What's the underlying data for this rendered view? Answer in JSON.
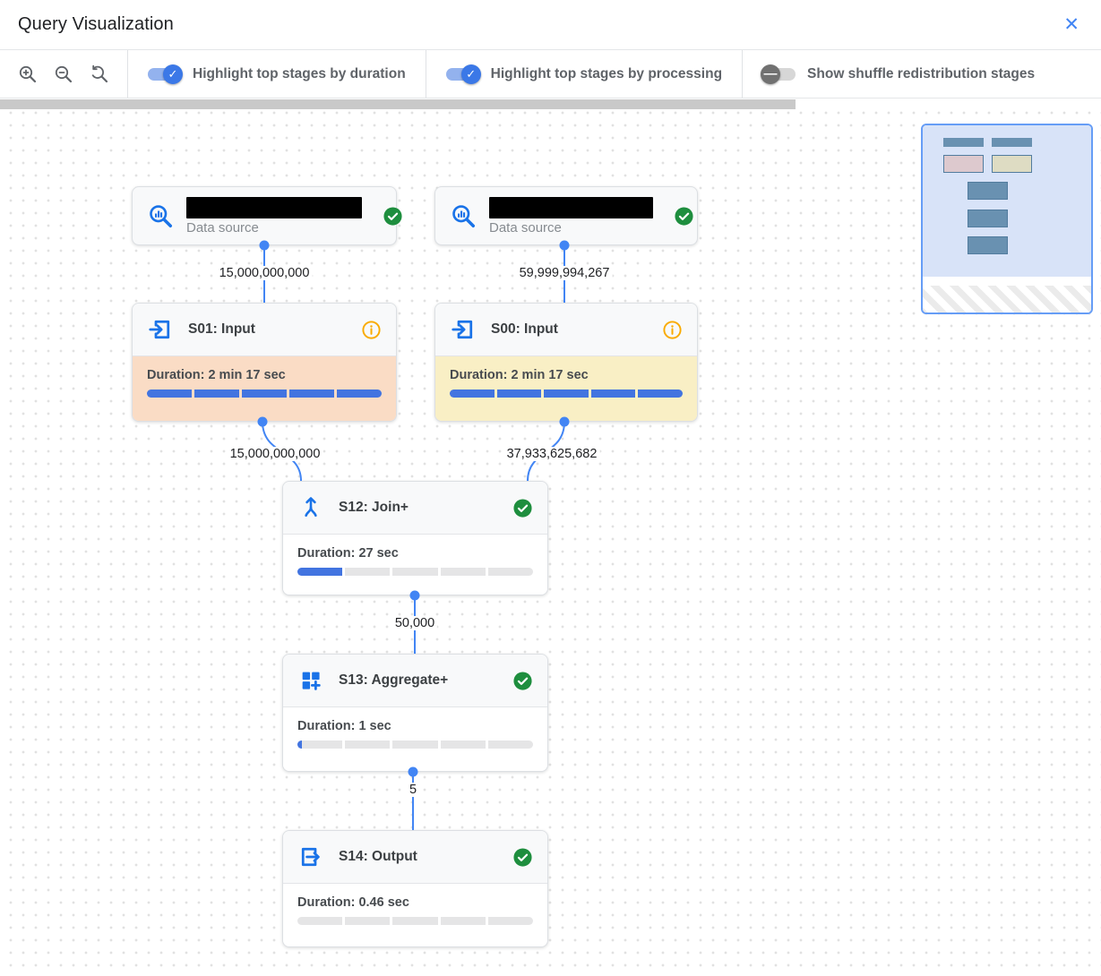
{
  "header": {
    "title": "Query Visualization"
  },
  "icons": {
    "close_glyph": "✕",
    "check_glyph": "✓",
    "dash_glyph": "—"
  },
  "toolbar": {
    "toggles": [
      {
        "label": "Highlight top stages by duration",
        "on": true
      },
      {
        "label": "Highlight top stages by processing",
        "on": true
      },
      {
        "label": "Show shuffle redistribution stages",
        "on": false
      }
    ]
  },
  "colors": {
    "accent_blue": "#1a73e8",
    "edge_blue": "#4285f4",
    "progress_blue": "#4274e0",
    "progress_track": "#e5e5e6",
    "success_green": "#1e8e3e",
    "warning_orange": "#f9ab00",
    "highlight_duration_peach": "#fadcc5",
    "highlight_processing_yellow": "#f9efc5"
  },
  "graph": {
    "nodes": [
      {
        "id": "ds1",
        "type": "datasource",
        "label": "Data source",
        "name_redacted": true,
        "status": "success"
      },
      {
        "id": "ds2",
        "type": "datasource",
        "label": "Data source",
        "name_redacted": true,
        "status": "success"
      },
      {
        "id": "s01",
        "type": "stage",
        "title": "S01: Input",
        "icon": "input-icon",
        "status": "info",
        "duration_label": "Duration: 2 min 17 sec",
        "progress": 1,
        "highlight": "#fadcc5"
      },
      {
        "id": "s00",
        "type": "stage",
        "title": "S00: Input",
        "icon": "input-icon",
        "status": "info",
        "duration_label": "Duration: 2 min 17 sec",
        "progress": 1,
        "highlight": "#f9efc5"
      },
      {
        "id": "s12",
        "type": "stage",
        "title": "S12: Join+",
        "icon": "join-icon",
        "status": "success",
        "duration_label": "Duration: 27 sec",
        "progress": 0.2,
        "highlight": ""
      },
      {
        "id": "s13",
        "type": "stage",
        "title": "S13: Aggregate+",
        "icon": "aggregate-icon",
        "status": "success",
        "duration_label": "Duration: 1 sec",
        "progress": 0.02,
        "highlight": ""
      },
      {
        "id": "s14",
        "type": "stage",
        "title": "S14: Output",
        "icon": "output-icon",
        "status": "success",
        "duration_label": "Duration: 0.46 sec",
        "progress": 0,
        "highlight": ""
      }
    ],
    "edges": [
      {
        "from": "ds1",
        "to": "s01",
        "label": "15,000,000,000"
      },
      {
        "from": "ds2",
        "to": "s00",
        "label": "59,999,994,267"
      },
      {
        "from": "s01",
        "to": "s12",
        "label": "15,000,000,000"
      },
      {
        "from": "s00",
        "to": "s12",
        "label": "37,933,625,682"
      },
      {
        "from": "s12",
        "to": "s13",
        "label": "50,000"
      },
      {
        "from": "s13",
        "to": "s14",
        "label": "5"
      }
    ]
  }
}
